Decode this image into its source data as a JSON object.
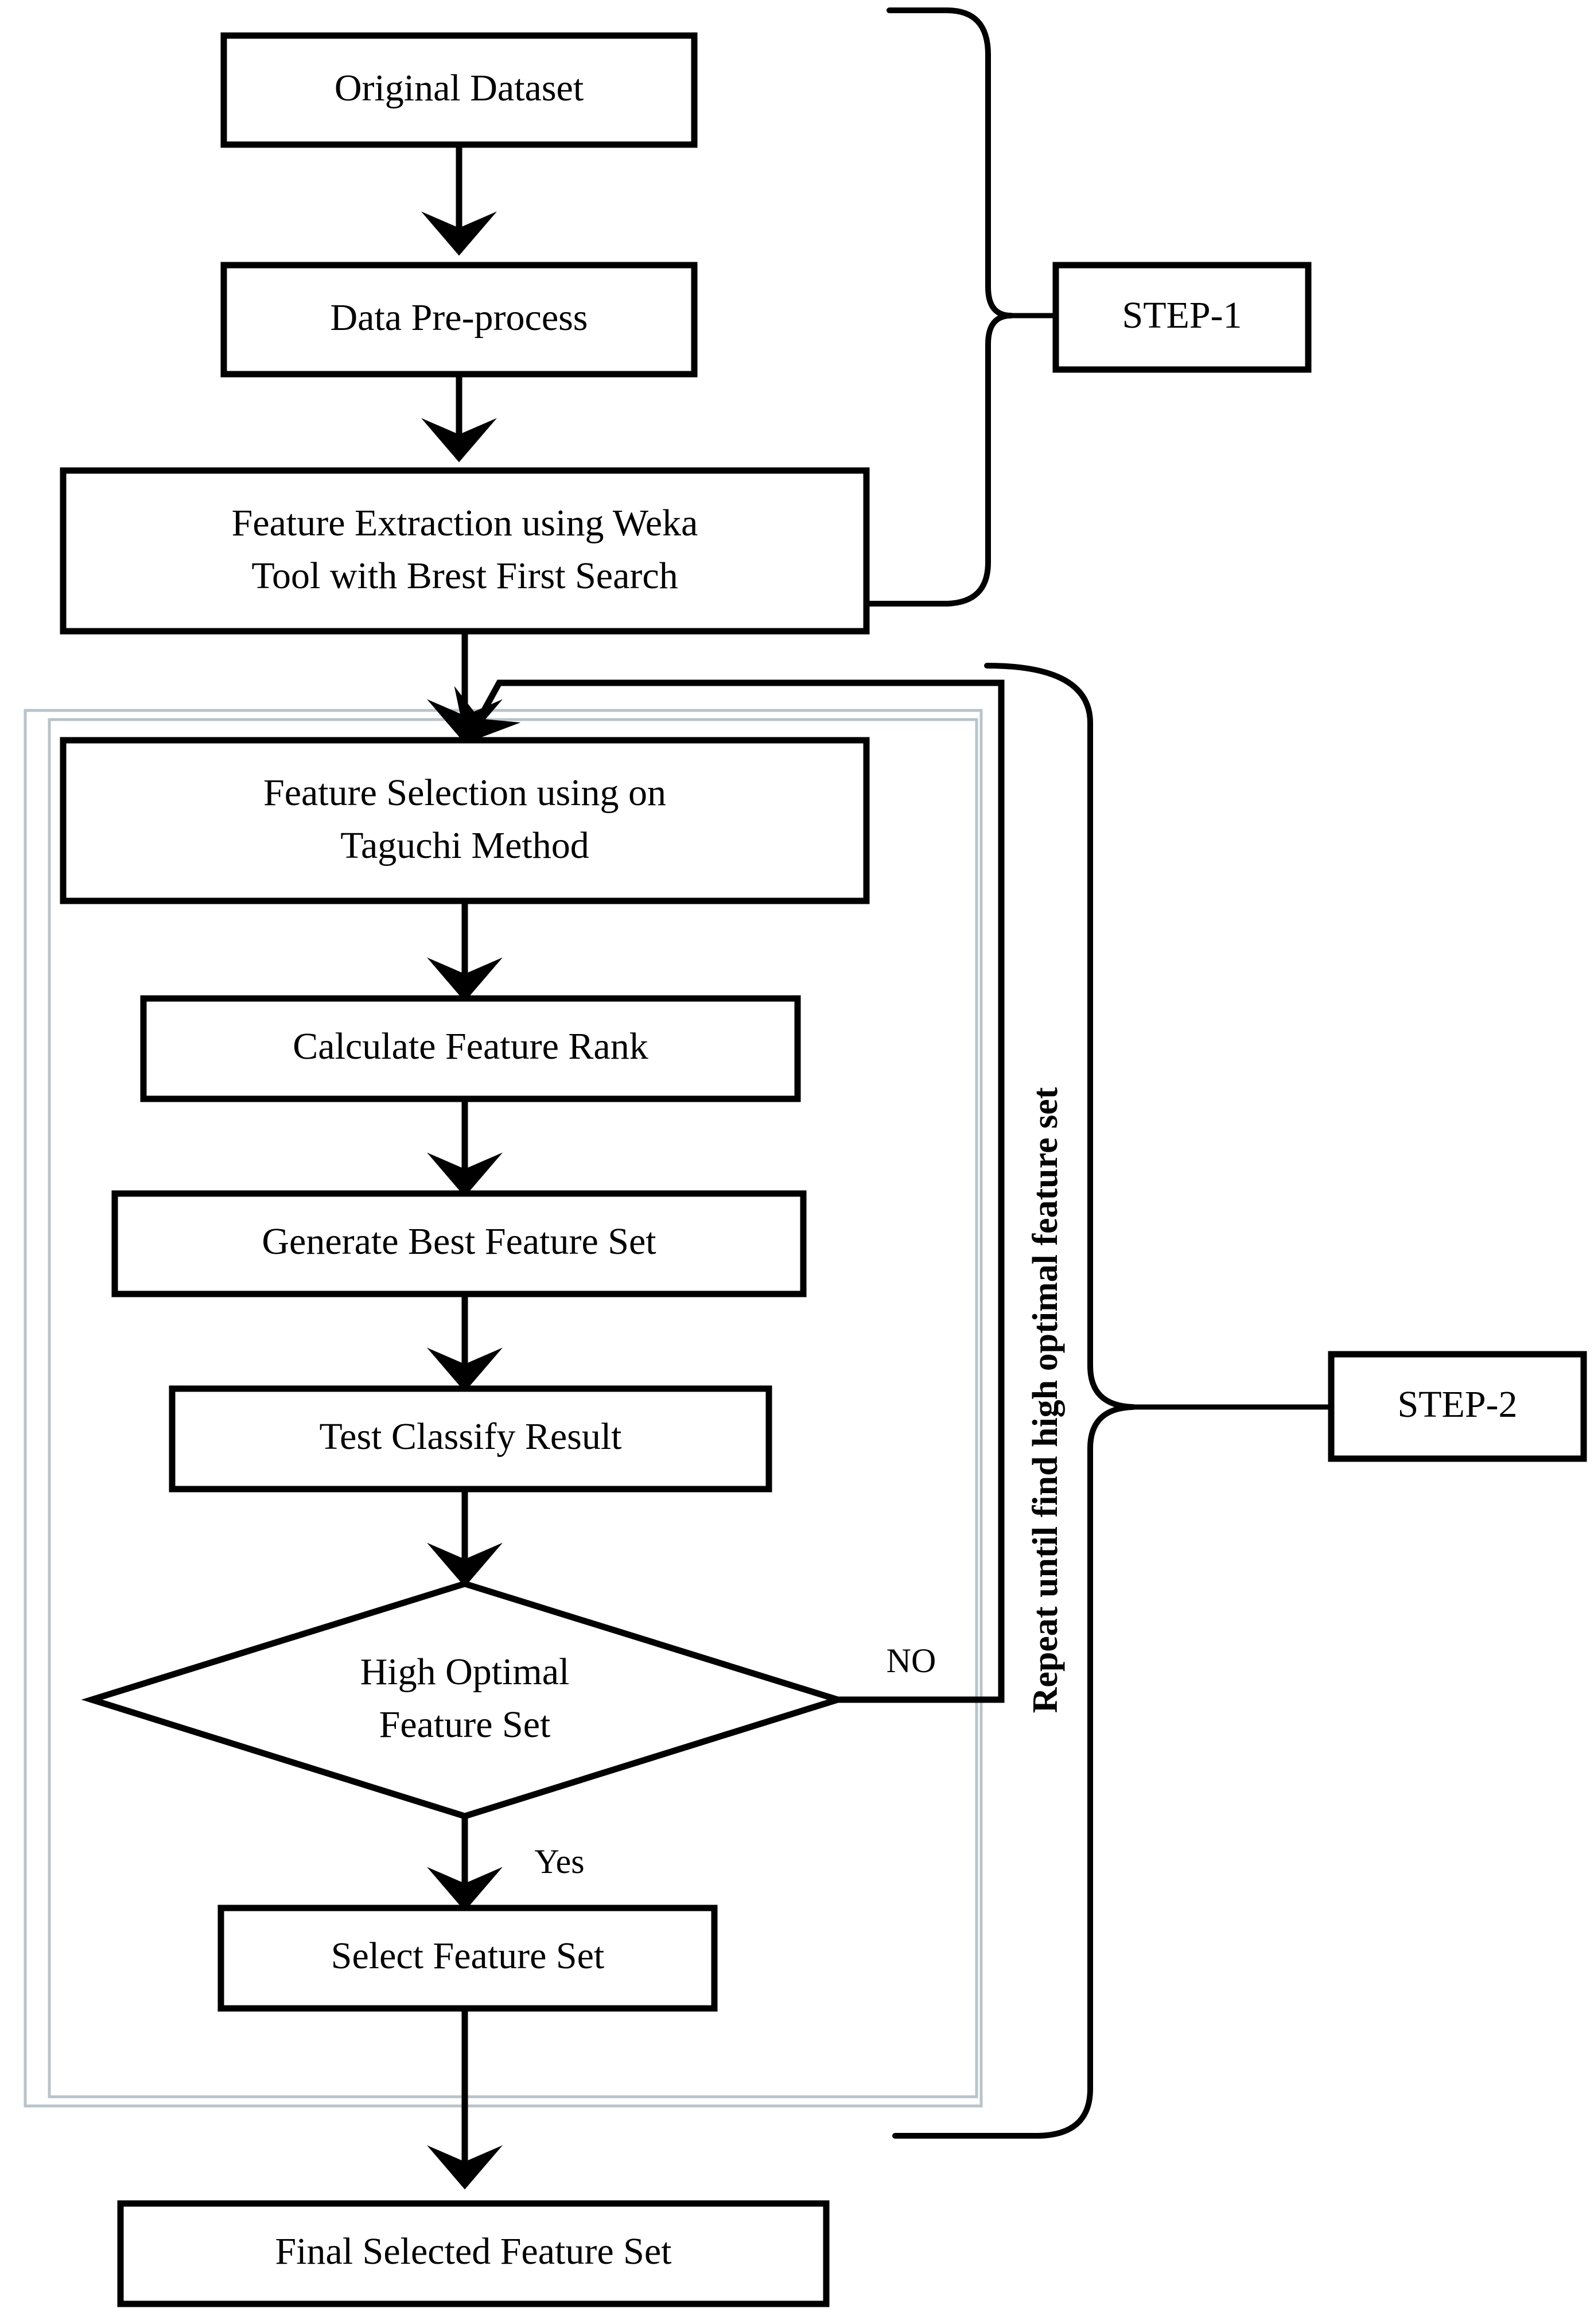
{
  "diagram": {
    "title": "Feature selection flowchart",
    "type": "flowchart",
    "colors": {
      "stroke": "#000000",
      "fill": "#ffffff",
      "group_border": "#b9c3c9"
    }
  },
  "nodes": {
    "original_dataset": {
      "label": "Original Dataset",
      "shape": "process"
    },
    "data_preprocess": {
      "label": "Data Pre-process",
      "shape": "process"
    },
    "feature_extraction_line1": {
      "label": "Feature Extraction using Weka"
    },
    "feature_extraction_line2": {
      "label": "Tool with Brest First Search"
    },
    "feature_selection_line1": {
      "label": "Feature Selection using on"
    },
    "feature_selection_line2": {
      "label": "Taguchi Method"
    },
    "calculate_rank": {
      "label": "Calculate Feature Rank",
      "shape": "process"
    },
    "generate_best": {
      "label": "Generate Best Feature Set",
      "shape": "process"
    },
    "test_classify": {
      "label": "Test Classify Result",
      "shape": "process"
    },
    "decision_line1": {
      "label": "High Optimal"
    },
    "decision_line2": {
      "label": "Feature Set"
    },
    "select_feature_set": {
      "label": "Select Feature Set",
      "shape": "process"
    },
    "final_selected": {
      "label": "Final Selected Feature Set",
      "shape": "process"
    }
  },
  "edge_labels": {
    "no": "NO",
    "yes": "Yes"
  },
  "annotations": {
    "step1": "STEP-1",
    "step2": "STEP-2",
    "loop_note": "Repeat until find high optimal feature set"
  }
}
